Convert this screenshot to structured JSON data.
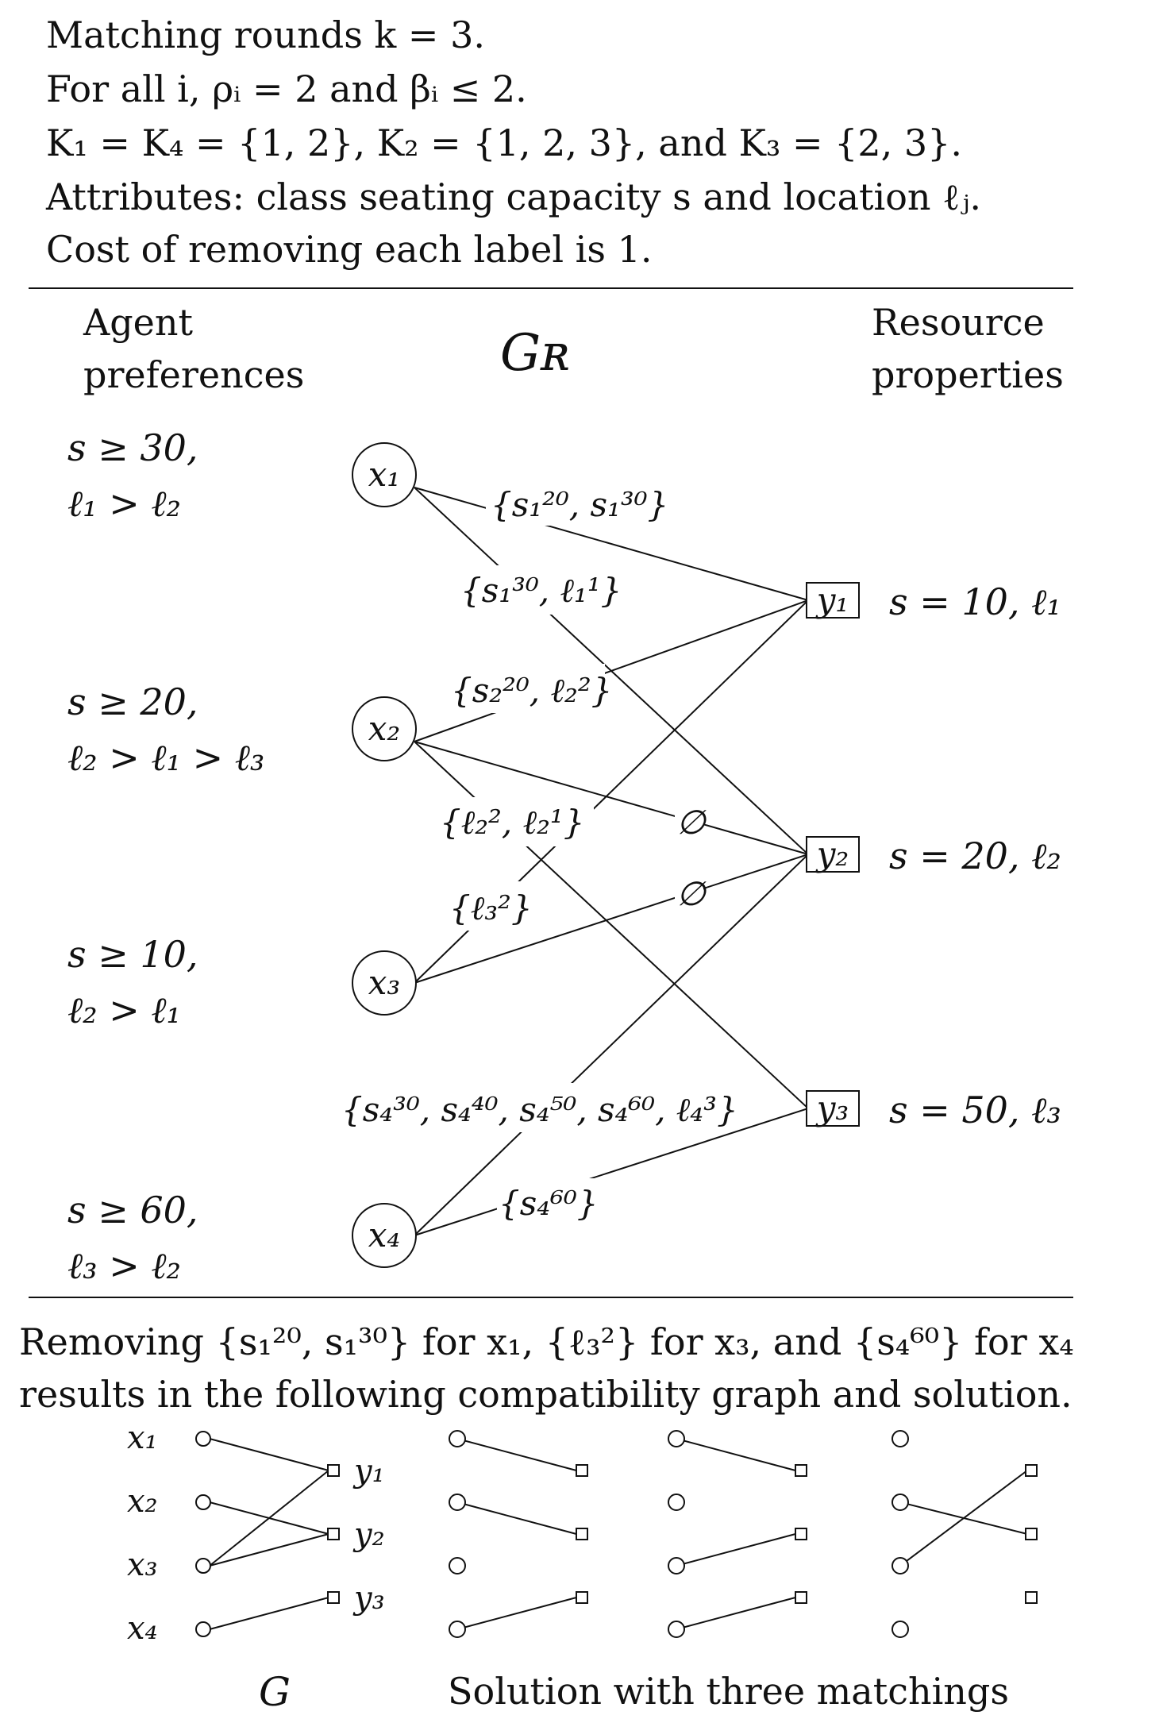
{
  "header": {
    "lines": [
      "Matching rounds k = 3.",
      "For all i, ρᵢ = 2 and βᵢ ≤ 2.",
      "K₁ = K₄ = {1, 2}, K₂ = {1, 2, 3}, and K₃ = {2, 3}.",
      "Attributes: class seating capacity s and location ℓⱼ.",
      "Cost of removing each label is 1."
    ]
  },
  "gr": {
    "title": "Gʀ",
    "agent_heading": [
      "Agent",
      "preferences"
    ],
    "resource_heading": [
      "Resource",
      "properties"
    ],
    "agents": [
      {
        "id": "x₁",
        "prefs": [
          "s ≥ 30,",
          "ℓ₁ > ℓ₂"
        ]
      },
      {
        "id": "x₂",
        "prefs": [
          "s ≥ 20,",
          "ℓ₂ > ℓ₁ > ℓ₃"
        ]
      },
      {
        "id": "x₃",
        "prefs": [
          "s ≥ 10,",
          "ℓ₂ > ℓ₁"
        ]
      },
      {
        "id": "x₄",
        "prefs": [
          "s ≥ 60,",
          "ℓ₃ > ℓ₂"
        ]
      }
    ],
    "resources": [
      {
        "id": "y₁",
        "props": "s = 10, ℓ₁"
      },
      {
        "id": "y₂",
        "props": "s = 20, ℓ₂"
      },
      {
        "id": "y₃",
        "props": "s = 50, ℓ₃"
      }
    ],
    "edges": [
      {
        "from": 0,
        "to": 0,
        "label": "{s₁²⁰, s₁³⁰}"
      },
      {
        "from": 0,
        "to": 1,
        "label": "{s₁³⁰, ℓ₁¹}"
      },
      {
        "from": 1,
        "to": 0,
        "label": "{s₂²⁰, ℓ₂²}"
      },
      {
        "from": 1,
        "to": 1,
        "label": "∅"
      },
      {
        "from": 1,
        "to": 2,
        "label": "{ℓ₂², ℓ₂¹}"
      },
      {
        "from": 2,
        "to": 0,
        "label": "{ℓ₃²}"
      },
      {
        "from": 2,
        "to": 1,
        "label": "∅"
      },
      {
        "from": 3,
        "to": 1,
        "label": "{s₄³⁰, s₄⁴⁰, s₄⁵⁰, s₄⁶⁰, ℓ₄³}"
      },
      {
        "from": 3,
        "to": 2,
        "label": "{s₄⁶⁰}"
      }
    ]
  },
  "footer": {
    "lines": [
      "Removing {s₁²⁰, s₁³⁰} for x₁, {ℓ₃²} for x₃, and {s₄⁶⁰} for x₄",
      "results in the following compatibility graph and solution."
    ]
  },
  "compat": {
    "title": "G",
    "agents": [
      "x₁",
      "x₂",
      "x₃",
      "x₄"
    ],
    "resources": [
      "y₁",
      "y₂",
      "y₃"
    ],
    "edges": [
      [
        0,
        0
      ],
      [
        1,
        1
      ],
      [
        2,
        0
      ],
      [
        2,
        1
      ],
      [
        3,
        2
      ]
    ]
  },
  "solution": {
    "title": "Solution with three matchings",
    "matchings": [
      [
        [
          0,
          0
        ],
        [
          1,
          1
        ],
        [
          3,
          2
        ]
      ],
      [
        [
          0,
          0
        ],
        [
          2,
          1
        ],
        [
          3,
          2
        ]
      ],
      [
        [
          1,
          1
        ],
        [
          2,
          0
        ]
      ]
    ]
  }
}
